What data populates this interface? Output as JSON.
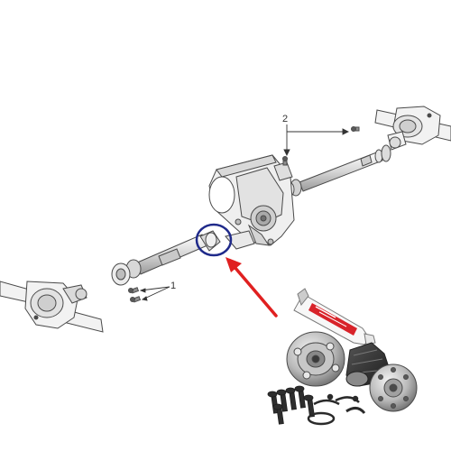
{
  "callouts": [
    {
      "id": "1",
      "label": "1"
    },
    {
      "id": "2",
      "label": "2"
    }
  ],
  "colors": {
    "line": "#4a4a4a",
    "part_fill": "#f2f2f2",
    "part_shade": "#bdbdbd",
    "highlight_circle": "#1f2a8a",
    "pointer_arrow": "#e02020",
    "grease_red": "#d8232a"
  }
}
